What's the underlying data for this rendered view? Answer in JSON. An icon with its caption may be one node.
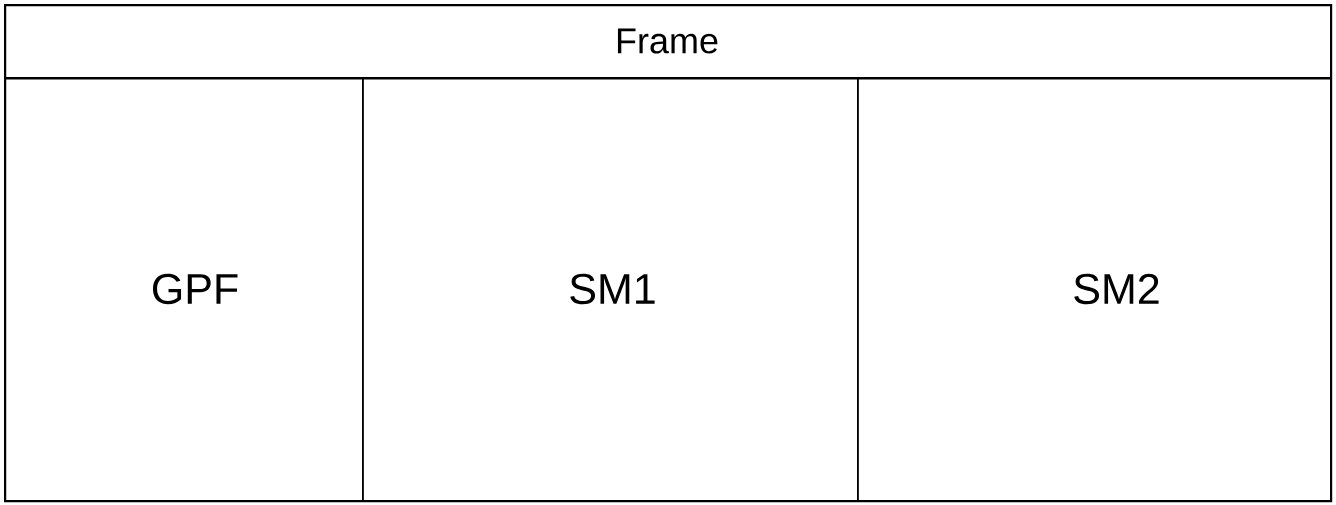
{
  "diagram": {
    "nodes": [
      {
        "text": [
          "Frame"
        ]
      },
      {
        "text": [
          "GPF"
        ],
        "in": 0
      },
      {
        "text": [
          "SM1"
        ],
        "in": 0
      },
      {
        "text": [
          "SM2"
        ],
        "in": 0
      }
    ]
  }
}
